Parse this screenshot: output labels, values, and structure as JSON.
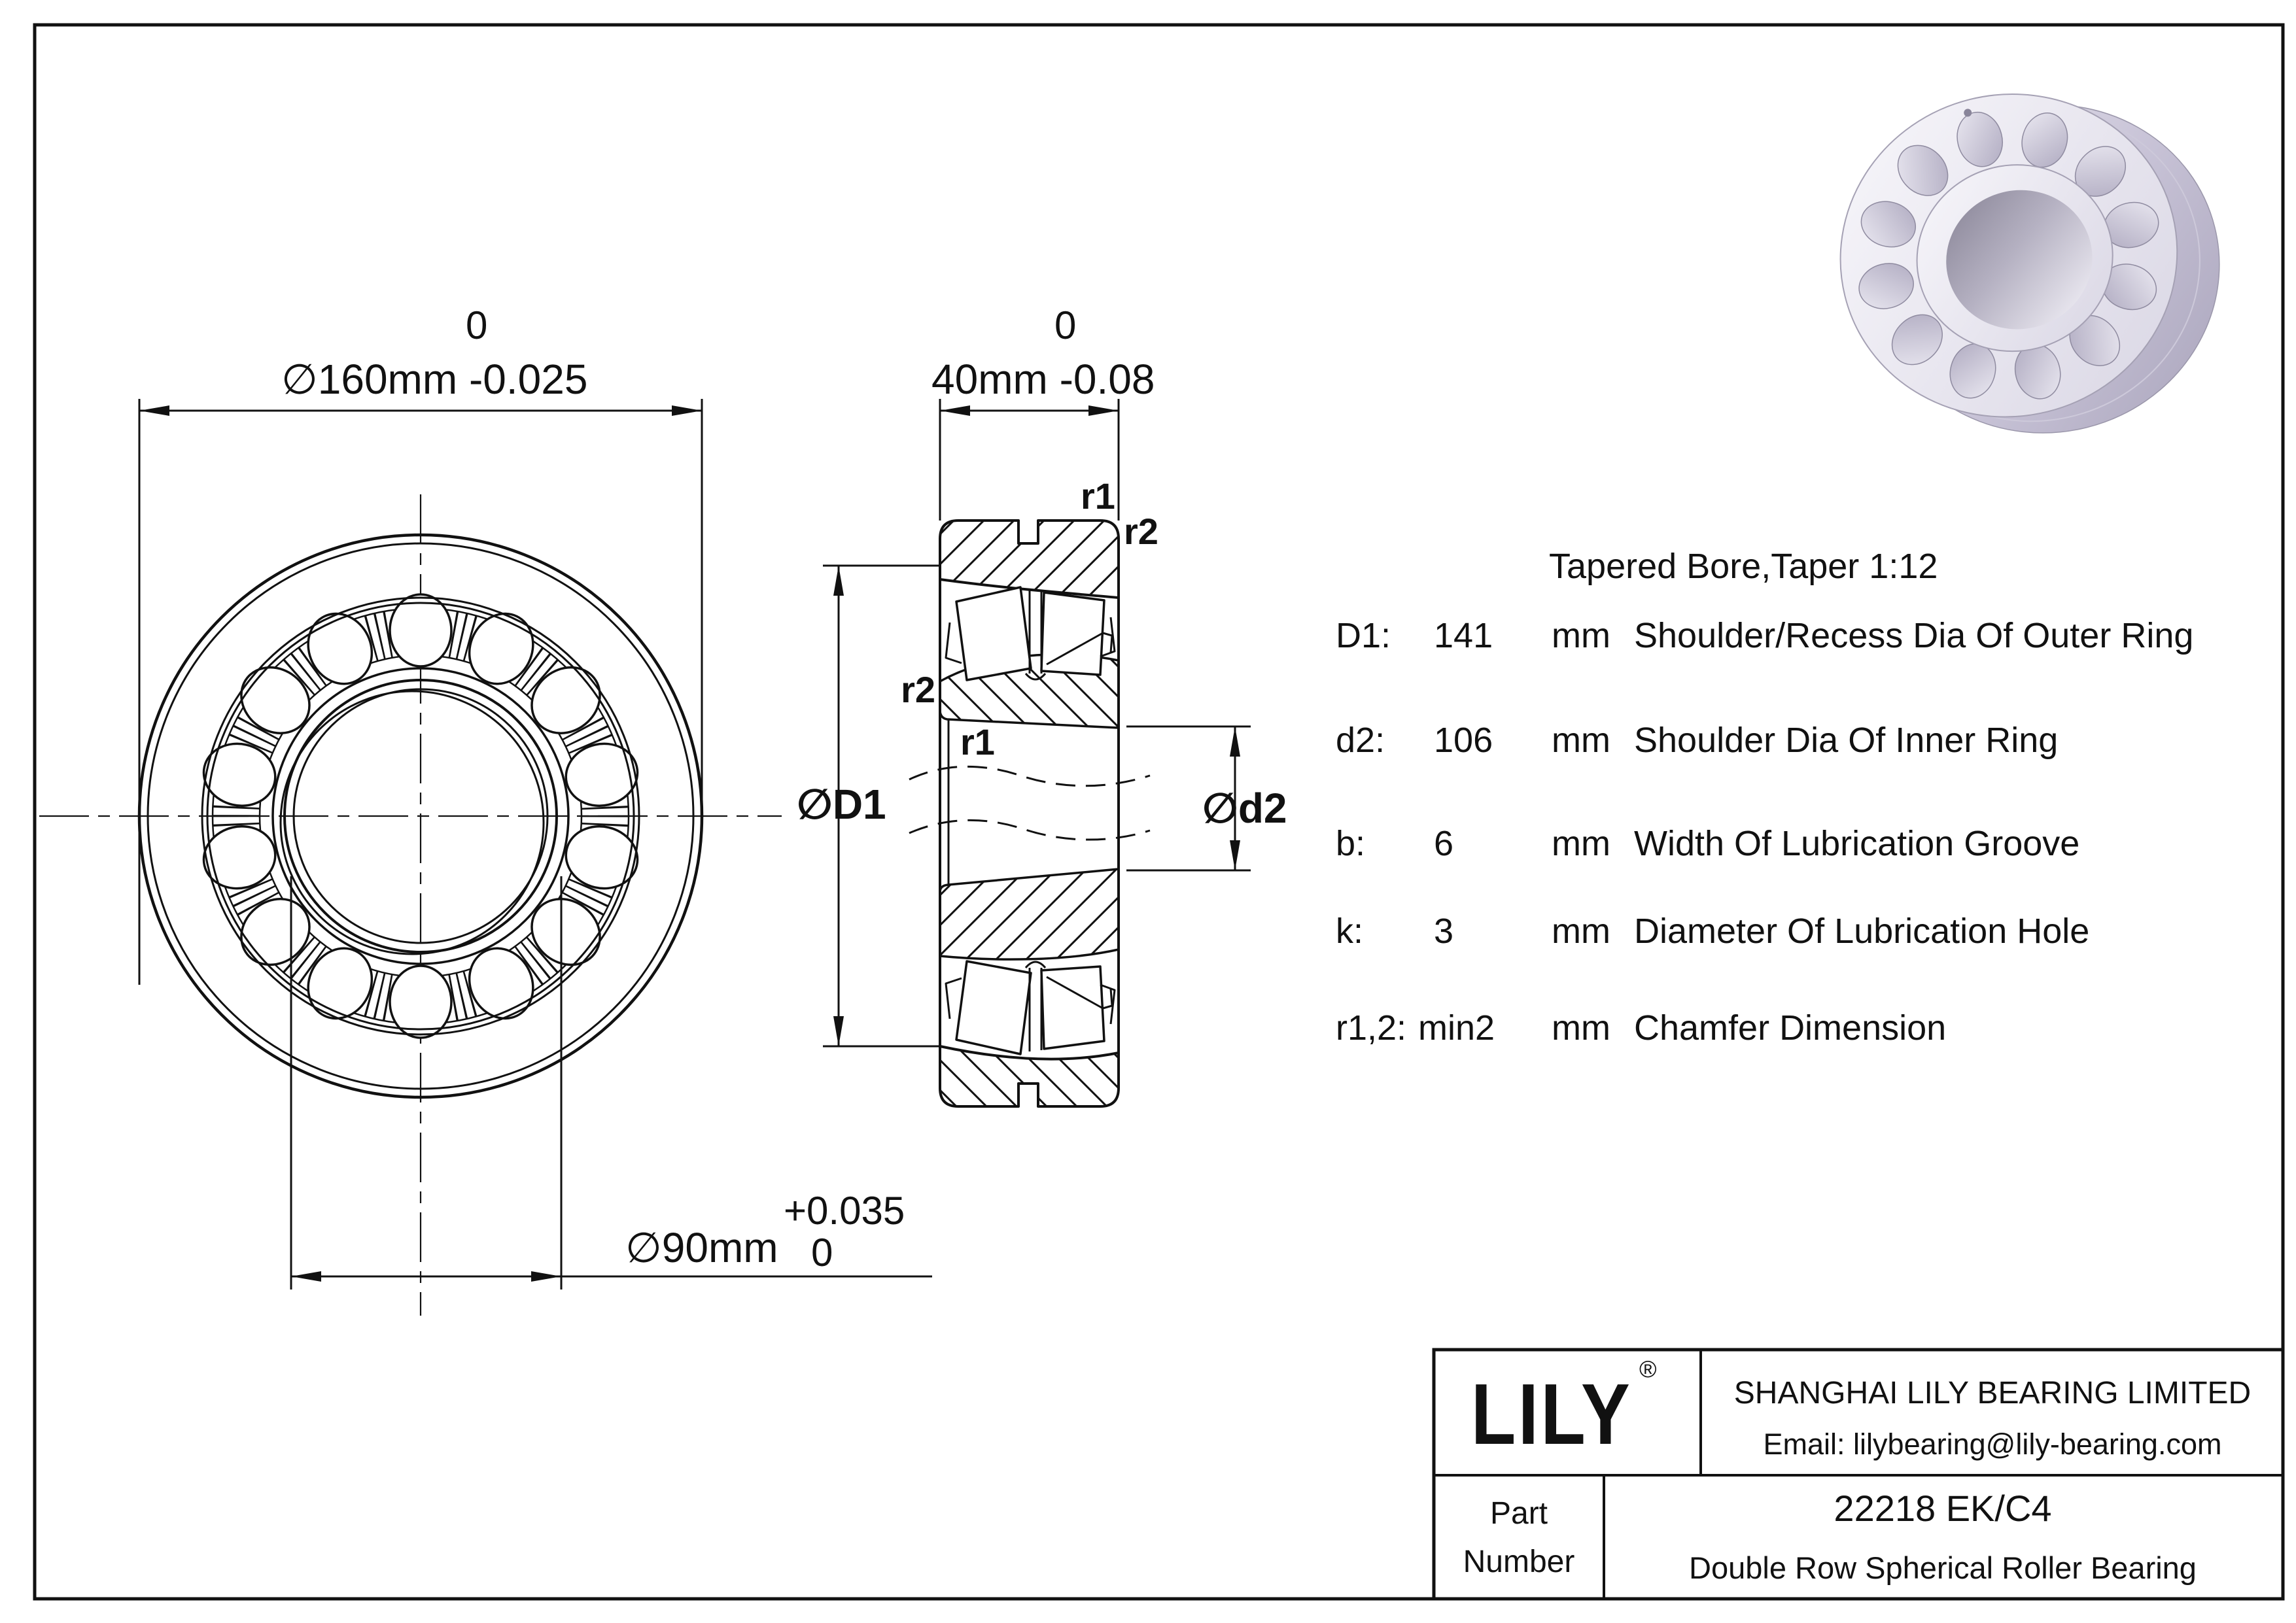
{
  "dims": {
    "outer": {
      "upper": "0",
      "main": "∅160mm -0.025"
    },
    "width": {
      "upper": "0",
      "main": "40mm -0.08"
    },
    "bore": {
      "upper": "+0.035",
      "lower": "0",
      "main": "∅90mm"
    }
  },
  "labels": {
    "r1": "r1",
    "r2": "r2",
    "D1": "∅D1",
    "d2": "∅d2"
  },
  "specs": {
    "title": "Tapered Bore,Taper 1:12",
    "rows": [
      {
        "label": "D1:",
        "value": "141",
        "unit": "mm",
        "desc": "Shoulder/Recess Dia Of Outer Ring"
      },
      {
        "label": "d2:",
        "value": "106",
        "unit": "mm",
        "desc": "Shoulder Dia Of Inner Ring"
      },
      {
        "label": "b:",
        "value": "6",
        "unit": "mm",
        "desc": "Width Of Lubrication Groove"
      },
      {
        "label": "k:",
        "value": "3",
        "unit": "mm",
        "desc": "Diameter Of Lubrication Hole"
      },
      {
        "label": "r1,2:",
        "value": "min2",
        "unit": "mm",
        "desc": "Chamfer Dimension"
      }
    ]
  },
  "title_block": {
    "logo": "LILY",
    "reg": "®",
    "company": "SHANGHAI LILY BEARING LIMITED",
    "email": "Email: lilybearing@lily-bearing.com",
    "part_label_line1": "Part",
    "part_label_line2": "Number",
    "part_number": "22218 EK/C4",
    "part_desc": "Double Row Spherical Roller Bearing"
  },
  "colors": {
    "line": "#111111",
    "background": "#ffffff",
    "render_shade": "#c7c2d6",
    "render_light": "#f4f3f8"
  }
}
